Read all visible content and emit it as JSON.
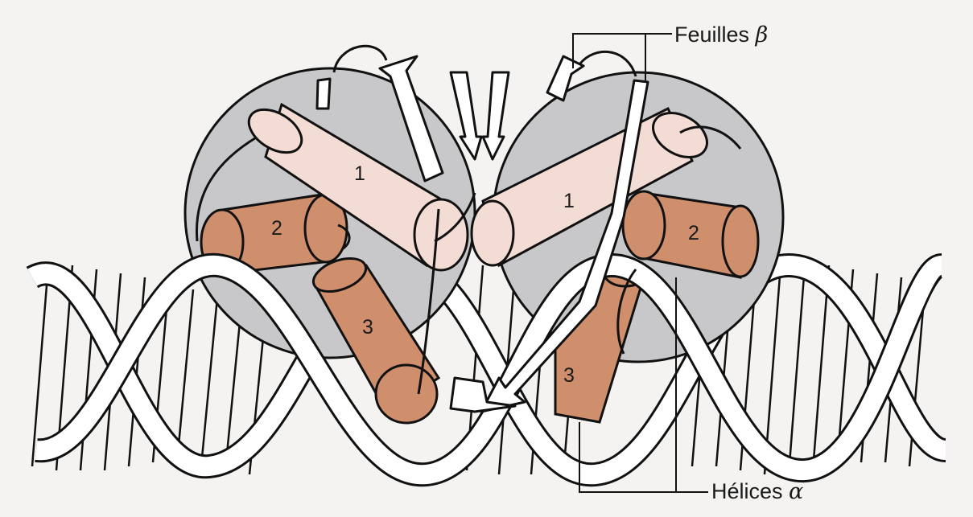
{
  "labels": {
    "beta_text": "Feuilles",
    "beta_symbol": "β",
    "alpha_text": "Hélices",
    "alpha_symbol": "α"
  },
  "helix_numbers": {
    "left": [
      "1",
      "2",
      "3"
    ],
    "right": [
      "1",
      "2",
      "3"
    ]
  },
  "colors": {
    "background": "#f4f3f1",
    "domain_sphere": "#c8c8ca",
    "helix_1": "#f3dcd4",
    "helix_2_3": "#cf8e6c",
    "dna_strand": "#ffffff",
    "outline": "#111111"
  }
}
